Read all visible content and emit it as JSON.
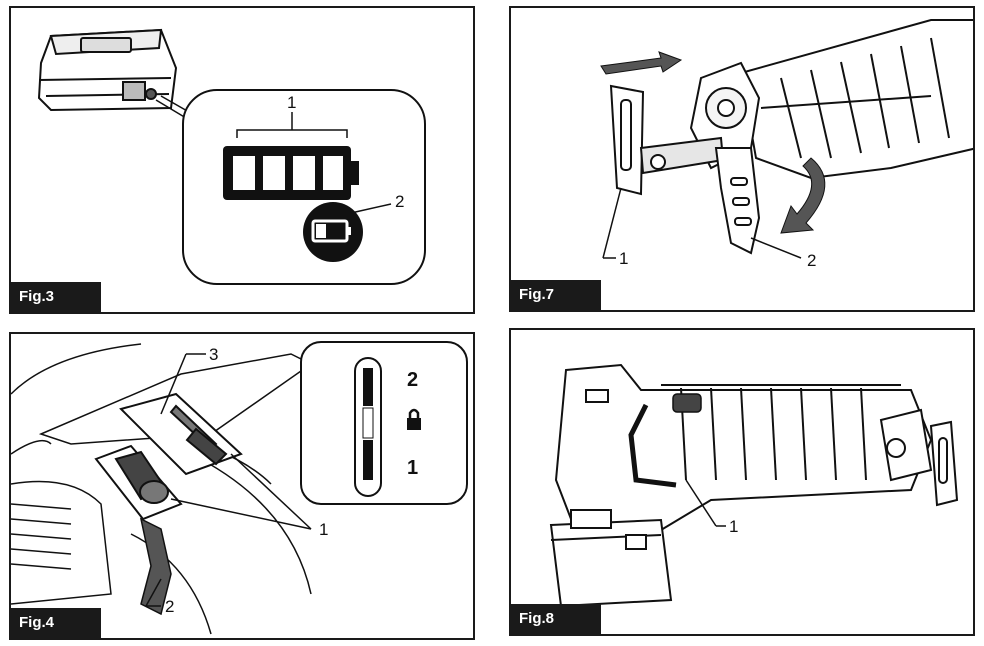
{
  "figures": [
    {
      "label": "Fig.3",
      "callouts": [
        "1",
        "2"
      ]
    },
    {
      "label": "Fig.7",
      "callouts": [
        "1",
        "2"
      ]
    },
    {
      "label": "Fig.4",
      "callouts": [
        "1",
        "2",
        "3"
      ],
      "switch_marks": {
        "top": "2",
        "bottom": "1"
      }
    },
    {
      "label": "Fig.8",
      "callouts": [
        "1"
      ]
    }
  ],
  "icons": [
    "battery-pack-icon",
    "charge-level-indicator-icon",
    "low-battery-icon",
    "lock-icon",
    "arrow-icon",
    "reciprocating-saw-icon",
    "shoe-lever-icon",
    "hook-icon"
  ]
}
